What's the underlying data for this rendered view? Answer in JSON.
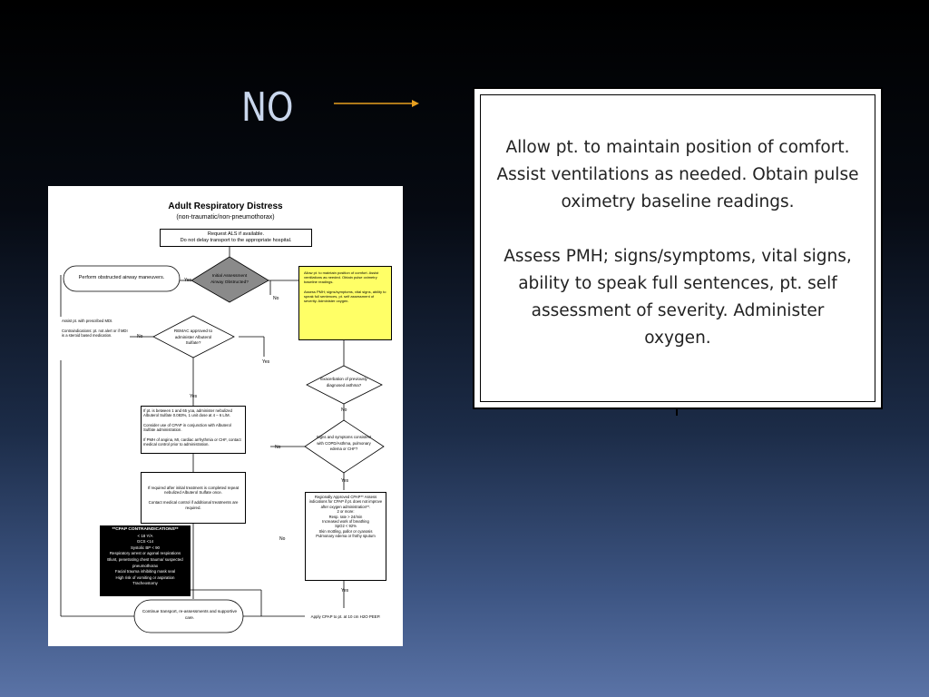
{
  "slide": {
    "no_label": "NO",
    "callout": {
      "paragraph1": [
        "Allow pt. to maintain position of comfort.",
        "Assist ventilations as needed. Obtain pulse",
        "oximetry baseline readings."
      ],
      "paragraph2": [
        "Assess PMH; signs/symptoms, vital signs,",
        "ability to speak full sentences, pt. self",
        "assessment of severity.  Administer",
        "oxygen."
      ]
    }
  },
  "flowchart": {
    "title": "Adult Respiratory Distress",
    "subtitle": "(non-traumatic/non-pneumothorax)",
    "request_als": "Request ALS if available.\nDo not delay transport to the appropriate hospital.",
    "perform_obstructed": "Perform obstructed airway maneuvers.",
    "initial_assessment": "Initial Assessment\nAirway Obstructed?",
    "yellow_box": "Allow pt. to maintain position of comfort. Assist ventilations as needed. Obtain pulse oximetry baseline readings.\n\nAssess PMH; signs/symptoms, vital signs, ability to speak full sentences, pt. self assessment of severity.  Administer oxygen.",
    "mdi_note": "Assist pt. with prescribed MDI.\n\nContraindications: pt. not alert or if MDI is a steroid based medication.",
    "remac": "REMAC approved to administer Albuterol Sulfate?",
    "albuterol": "If pt. is between 1 and 65 yoa, administer nebulized Albuterol Sulfate 0.083%, 1 unit dose at 4 – 6 L/M.\n\nConsider use of CPAP in conjunction with Albuterol Sulfate administration.\n\nIf PMH of angina, MI, cardiac arrhythmia or CHF, contact medical control prior to administration.",
    "exacerbation": "Exacerbation of previously diagnosed asthma?",
    "signs_symptoms": "Signs and symptoms consistent with COPD/Asthma, pulmonary edema or CHF?",
    "if_required": "If required after initial treatment is completed repeat nebulized Albuterol Sulfate once.\n\nContact medical control if additional treatments are required.",
    "cpap_contra_title": "**CPAP CONTRAINDICATIONS**",
    "cpap_contra": "< 18 Y/A\nGCS <14\nSystolic BP < 90\nRespiratory arrest or agonal respirations\nBlunt, penetrating chest trauma/ suspected pneumothorax\nFacial trauma inhibiting mask seal\nHigh risk of vomiting or aspiration\nTracheostomy",
    "regionally_cpap": "Regionally Approved CPAP** Assess indications for CPAP if pt. does not improve after oxygen administration**.\n2 or more:\nResp. rate > 24/min\nIncreased work of breathing\nSpO2 < 92%\nSkin mottling, pallor or cyanosis\nPulmonary edema or frothy sputum",
    "continue_transport": "Continue transport, re-assessments and supportive care.",
    "apply_cpap": "Apply CPAP to pt. at 10 cm H2O PEEP.",
    "labels": {
      "yes": "Yes",
      "no": "No"
    }
  }
}
